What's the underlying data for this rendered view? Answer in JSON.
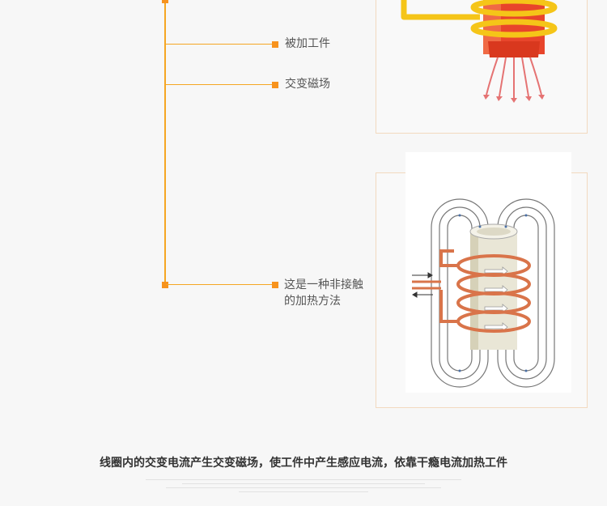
{
  "labels": {
    "workpiece": "被加工件",
    "alternating_field": "交变磁场",
    "method_line1": "这是一种非接触",
    "method_line2": "的加热方法"
  },
  "caption": "线圈内的交变电流产生交变磁场，使工件中产生感应电流，依靠干瘾电流加热工件",
  "colors": {
    "accent": "#f7931e",
    "coil": "#e07b4f",
    "heat": "#e53935"
  }
}
